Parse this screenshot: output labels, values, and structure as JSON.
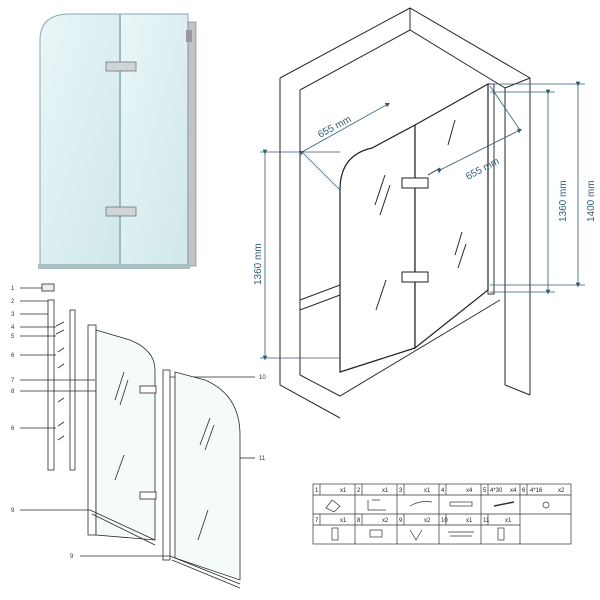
{
  "dimensions": {
    "panel_width_left": "655 mm",
    "panel_width_right": "655 mm",
    "height_inner": "1360 mm",
    "height_total": "1400 mm",
    "height_left": "1360 mm"
  },
  "callouts": [
    "1",
    "2",
    "3",
    "4",
    "5",
    "6",
    "7",
    "8",
    "6",
    "9",
    "10",
    "11",
    "9"
  ],
  "parts_table": {
    "row1": [
      {
        "num": "1",
        "qty": "x1"
      },
      {
        "num": "2",
        "qty": "x1"
      },
      {
        "num": "3",
        "qty": "x1"
      },
      {
        "num": "4",
        "qty": "x4"
      },
      {
        "num": "5",
        "size": "4*30",
        "qty": "x4"
      },
      {
        "num": "6",
        "size": "4*16",
        "qty": "x2"
      }
    ],
    "row2": [
      {
        "num": "7",
        "qty": "x1"
      },
      {
        "num": "8",
        "qty": "x2"
      },
      {
        "num": "9",
        "qty": "x2"
      },
      {
        "num": "10",
        "qty": "x1"
      },
      {
        "num": "11",
        "qty": "x1"
      }
    ]
  },
  "colors": {
    "line": "#2a2a2a",
    "glass": "#d6ecef",
    "dimension": "#2f5f78"
  }
}
